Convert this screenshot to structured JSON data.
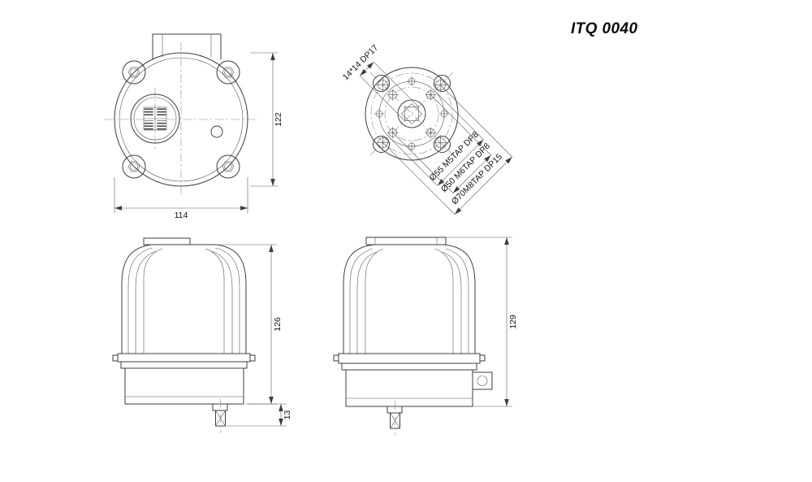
{
  "title": "ITQ 0040",
  "drawing": {
    "top_view": {
      "dims": {
        "height": "122",
        "width": "114"
      }
    },
    "flange_view": {
      "labels": {
        "drive": "14*14 DP17",
        "bc_m5": "Ø55 M5TAP DP8",
        "bc_m6": "Ø50 M6TAP DP8",
        "bc_m8": "Ø70M8TAP DP15"
      }
    },
    "front_view": {
      "dims": {
        "height": "126",
        "shaft": "13"
      }
    },
    "side_view": {
      "dims": {
        "height": "129"
      }
    }
  }
}
